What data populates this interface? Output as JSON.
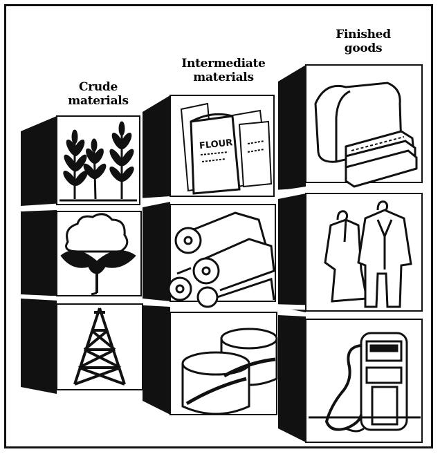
{
  "columns": [
    {
      "key": "crude",
      "label_line1": "Crude",
      "label_line2": "materials"
    },
    {
      "key": "intermediate",
      "label_line1": "Intermediate",
      "label_line2": "materials"
    },
    {
      "key": "finished",
      "label_line1": "Finished",
      "label_line2": "goods"
    }
  ],
  "rows": [
    {
      "crude": "plants-icon",
      "intermediate": "flour-sacks-icon",
      "finished": "bread-icon"
    },
    {
      "crude": "cotton-boll-icon",
      "intermediate": "fabric-rolls-icon",
      "finished": "clothing-icon"
    },
    {
      "crude": "oil-derrick-icon",
      "intermediate": "oil-drums-icon",
      "finished": "gas-pump-icon"
    }
  ],
  "flour_sack_text": "FLOUR"
}
